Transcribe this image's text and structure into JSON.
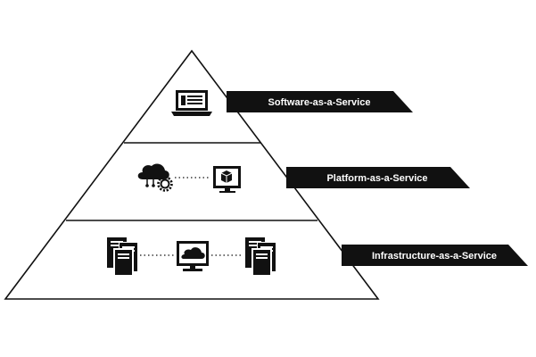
{
  "diagram": {
    "tiers": [
      {
        "label": "Software-as-a-Service",
        "icons": [
          "laptop-icon"
        ]
      },
      {
        "label": "Platform-as-a-Service",
        "icons": [
          "cloud-gear-icon",
          "monitor-box-icon"
        ]
      },
      {
        "label": "Infrastructure-as-a-Service",
        "icons": [
          "server-icon",
          "monitor-cloud-icon",
          "server-icon"
        ]
      }
    ],
    "colors": {
      "line": "#111111",
      "banner": "#111111",
      "banner_text": "#ffffff",
      "background": "#ffffff"
    }
  }
}
